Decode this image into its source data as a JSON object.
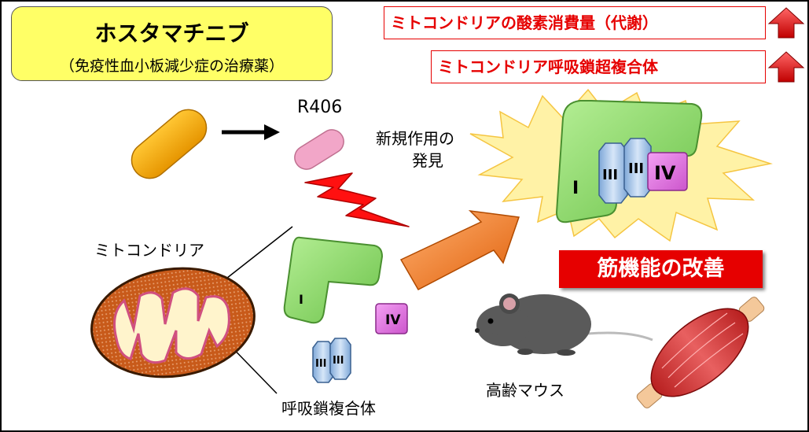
{
  "title": {
    "main": "ホスタマチニブ",
    "sub": "（免疫性血小板減少症の治療薬）"
  },
  "effects": [
    {
      "label": "ミトコンドリアの酸素消費量（代謝）"
    },
    {
      "label": "ミトコンドリア呼吸鎖超複合体"
    }
  ],
  "labels": {
    "r406": "R406",
    "discovery": [
      "新規作用の",
      "発見"
    ],
    "mitochondria": "ミトコンドリア",
    "complexes": "呼吸鎖複合体",
    "mouse": "高齢マウス",
    "result": "筋機能の改善"
  },
  "complex_labels": {
    "I": "I",
    "III": "III",
    "IV": "IV"
  },
  "colors": {
    "title_bg": "#ffff66",
    "accent_red": "#e60000",
    "drug_orange": "#f0a000",
    "r406_pink": "#f2a6c8",
    "complex_green": "#8cd96b",
    "complex_blue": "#a9c9ec",
    "complex_pink": "#e07be0",
    "arrow_orange": "#f07a20",
    "burst_yellow": "#fff0a0"
  }
}
